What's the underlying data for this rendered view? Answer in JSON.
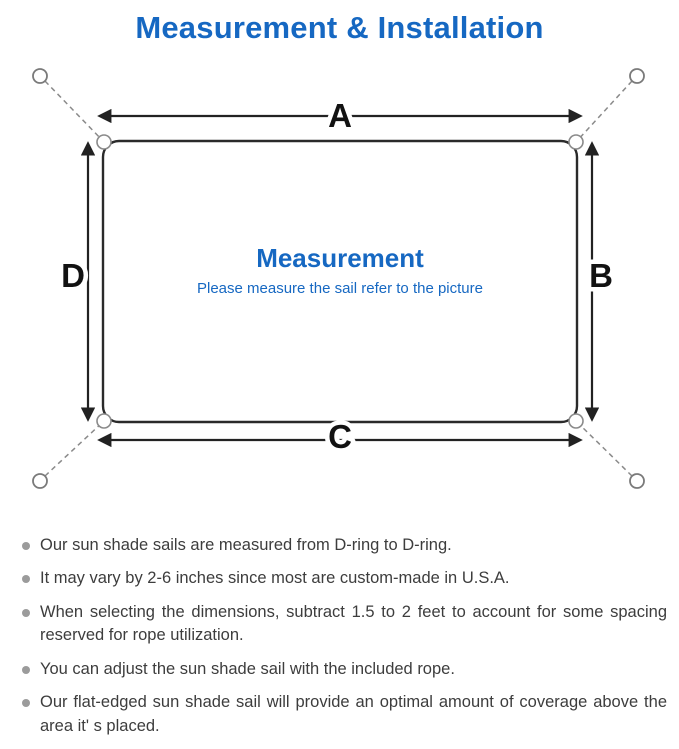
{
  "page": {
    "title": "Measurement & Installation",
    "colors": {
      "title_blue": "#1668c2",
      "diagram_line": "#222222",
      "dashed_rope_gray": "#8a8a8a",
      "note_text_gray": "#3d3d3d",
      "bullet_gray": "#9b9b9b"
    }
  },
  "diagram": {
    "label_a": "A",
    "label_b": "B",
    "label_c": "C",
    "label_d": "D",
    "center_title": "Measurement",
    "center_subtitle": "Please measure the sail refer to the picture"
  },
  "notes": {
    "items": [
      "Our sun shade sails are measured from D-ring to D-ring.",
      "It may vary by 2-6 inches since most are custom-made in U.S.A.",
      "When selecting the dimensions, subtract 1.5 to 2 feet to account for some spacing reserved for rope utilization.",
      "You can adjust the sun shade sail with the included rope.",
      "Our flat-edged sun shade sail will provide an optimal amount of coverage above the area it' s placed."
    ]
  }
}
